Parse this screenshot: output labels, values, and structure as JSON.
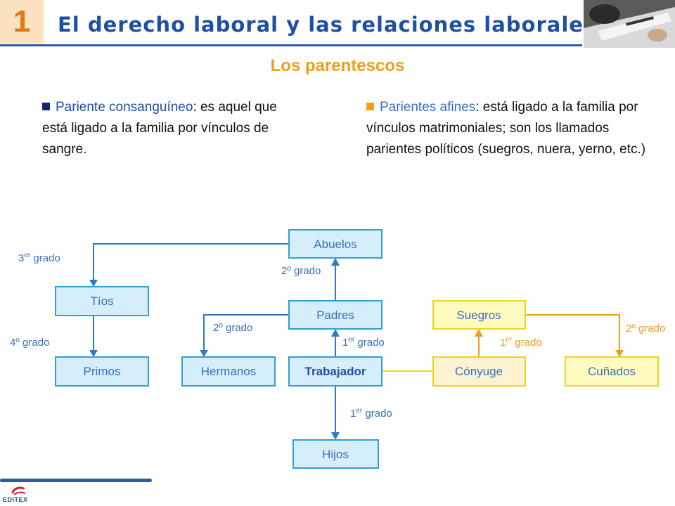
{
  "header": {
    "chapter_number": "1",
    "title": "El derecho laboral y las relaciones laborales"
  },
  "section_title": "Los parentescos",
  "bullets": {
    "left": {
      "term": "Pariente consanguíneo",
      "text": ": es aquel que está ligado a la familia por vínculos de sangre."
    },
    "right": {
      "term": "Parientes afines",
      "text": ": está ligado a la familia por vínculos matrimoniales; son los llamados parientes políticos (suegros, nuera, yerno, etc.)"
    }
  },
  "diagram": {
    "nodes": {
      "abuelos": "Abuelos",
      "tios": "Tíos",
      "padres": "Padres",
      "primos": "Primos",
      "hermanos": "Hermanos",
      "trabajador": "Trabajador",
      "hijos": "Hijos",
      "suegros": "Suegros",
      "conyuge": "Cónyuge",
      "cunados": "Cuñados"
    },
    "degree_labels": {
      "tios_from_abuelos": {
        "base": "3",
        "sup": "er",
        "rest": " grado"
      },
      "primos_from_tios": "4º grado",
      "abuelos_from_padres": "2º grado",
      "hermanos_from_padres": "2º grado",
      "padres_from_trabajador": {
        "base": "1",
        "sup": "er",
        "rest": " grado"
      },
      "hijos_from_trabajador": {
        "base": "1",
        "sup": "er",
        "rest": " grado"
      },
      "suegros_from_conyuge": {
        "base": "1",
        "sup": "er",
        "rest": " grado"
      },
      "cunados_from_suegros": "2º grado"
    },
    "colors": {
      "blood_fill": "#d6eefa",
      "blood_stroke": "#2e9fd8",
      "affinity_fill": "#fffbbf",
      "affinity_fill_light": "#fdf3d0",
      "affinity_stroke": "#f2d21c",
      "blood_arrow": "#2f77c8",
      "affinity_arrow": "#f39c1a"
    }
  },
  "footer": {
    "publisher": "EDITEX"
  }
}
